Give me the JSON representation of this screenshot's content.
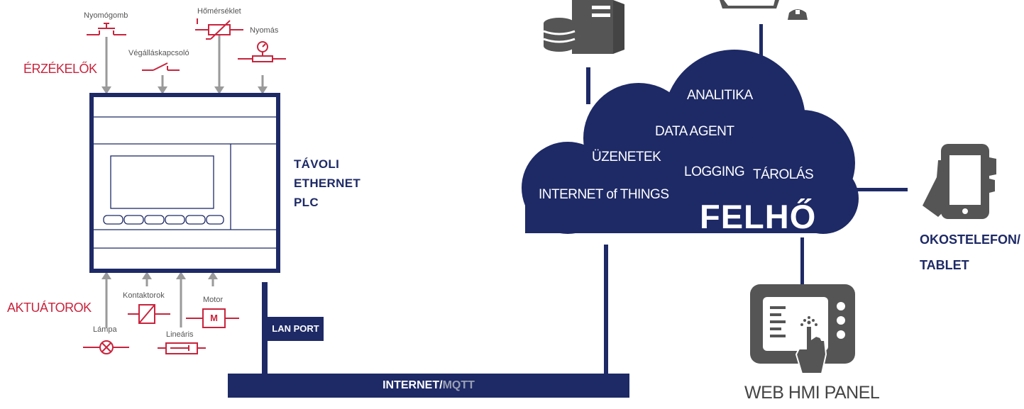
{
  "sensors": {
    "title": "ÉRZÉKELŐK",
    "push_button": "Nyomógomb",
    "limit_switch": "Végálláskapcsoló",
    "temperature": "Hőmérséklet",
    "pressure": "Nyomás"
  },
  "actuators": {
    "title": "AKTUÁTOROK",
    "lamp": "Lámpa",
    "contactors": "Kontaktorok",
    "linear": "Lineáris",
    "motor": "Motor",
    "motor_symbol": "M"
  },
  "plc": {
    "line1": "TÁVOLI",
    "line2": "ETHERNET",
    "line3": "PLC"
  },
  "lan_port": "LAN PORT",
  "bus": {
    "label_main": "INTERNET/",
    "label_accent": "MQTT"
  },
  "cloud": {
    "analitika": "ANALITIKA",
    "data_agent": "DATA AGENT",
    "uzenetek": "ÜZENETEK",
    "logging": "LOGGING",
    "tarolas": "TÁROLÁS",
    "iot": "INTERNET of THINGS",
    "title": "FELHŐ"
  },
  "phone_label": {
    "line1": "OKOSTELEFON/",
    "line2": "TABLET"
  },
  "hmi_label": "WEB HMI PANEL",
  "colors": {
    "navy": "#1e2a66",
    "red": "#c8243d",
    "gray_arrow": "#9a9a9a",
    "mqtt_gray": "#9aa0b4"
  }
}
